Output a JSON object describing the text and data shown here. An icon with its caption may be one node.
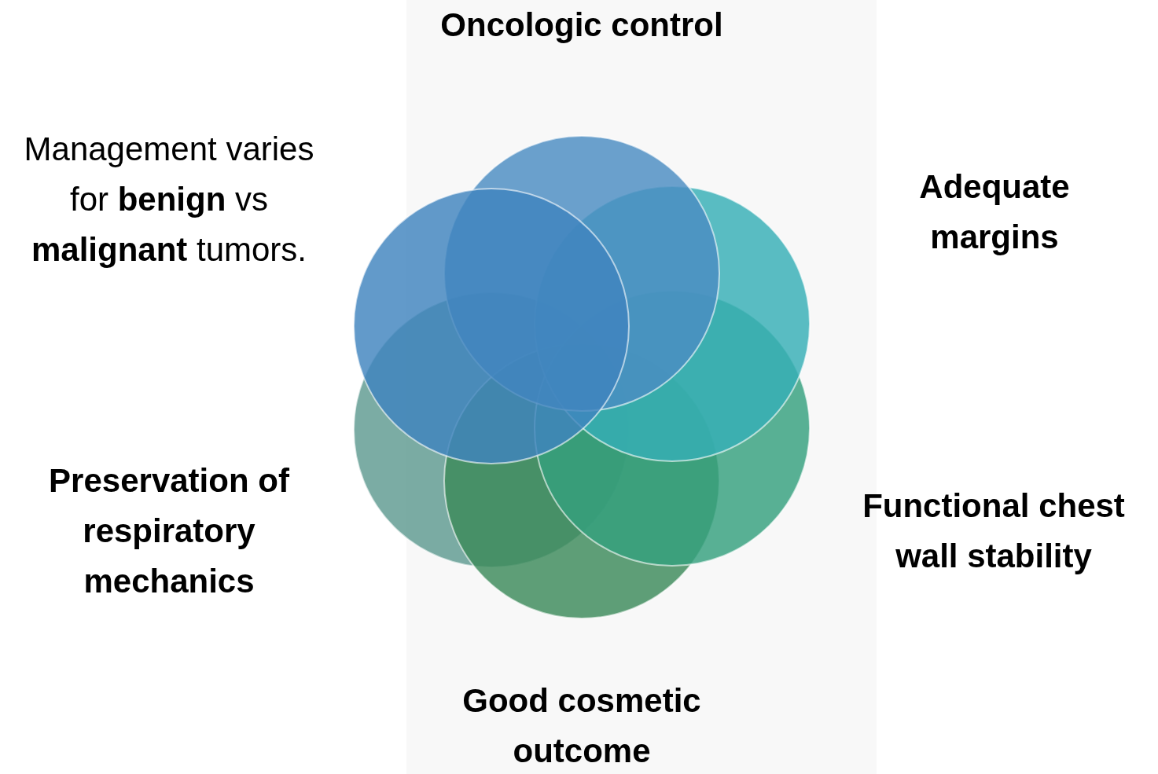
{
  "diagram": {
    "labels": [
      "Oncologic control",
      "Management varies for **benign** vs **malignant** tumors.",
      "Adequate margins",
      "Preservation of respiratory mechanics",
      "Functional chest wall stability",
      "Good cosmetic outcome"
    ]
  }
}
